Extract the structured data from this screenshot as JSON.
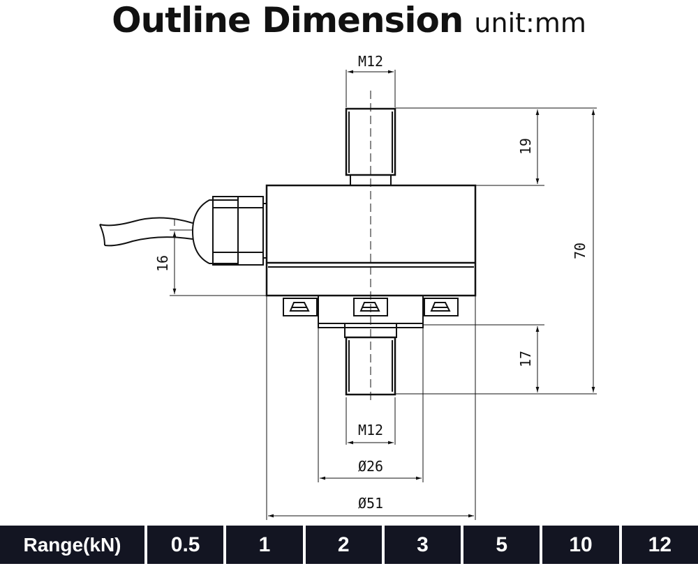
{
  "title": {
    "main": "Outline Dimension",
    "unit": "unit:mm"
  },
  "dimensions": {
    "top_thread": "M12",
    "top_length": "19",
    "overall_height": "70",
    "cable_offset": "16",
    "bottom_length": "17",
    "bottom_thread": "M12",
    "inner_diameter": "Ø26",
    "outer_diameter": "Ø51"
  },
  "range_table": {
    "label": "Range(kN)",
    "values": [
      "0.5",
      "1",
      "2",
      "3",
      "5",
      "10",
      "12"
    ]
  }
}
